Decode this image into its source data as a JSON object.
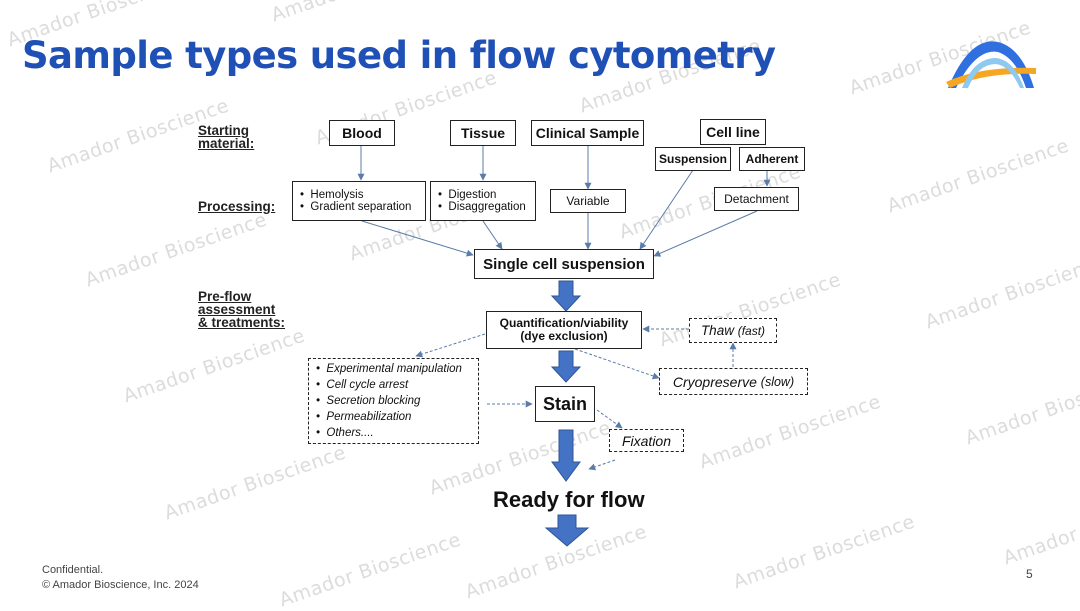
{
  "title": "Sample types used in flow cytometry",
  "watermark": "Amador Bioscience",
  "colors": {
    "title": "#1f50b5",
    "arrow": "#4472c4",
    "connector": "#5a7ca8",
    "logo_blue": "#2f6fe0",
    "logo_orange": "#f5a623",
    "logo_light": "#8ec9f0"
  },
  "row_labels": {
    "starting": [
      "Starting",
      "material:"
    ],
    "processing": "Processing:",
    "preflow": [
      "Pre-flow",
      "assessment",
      "& treatments:"
    ]
  },
  "starting_materials": {
    "blood": "Blood",
    "tissue": "Tissue",
    "clinical": "Clinical Sample",
    "cell_line": "Cell line",
    "suspension": "Suspension",
    "adherent": "Adherent"
  },
  "processing": {
    "blood": [
      "Hemolysis",
      "Gradient separation"
    ],
    "tissue": [
      "Digestion",
      "Disaggregation"
    ],
    "clinical": "Variable",
    "adherent": "Detachment"
  },
  "single_cell": "Single cell suspension",
  "quant": [
    "Quantification/viability",
    "(dye exclusion)"
  ],
  "thaw": {
    "main": "Thaw",
    "note": "(fast)"
  },
  "cryo": {
    "main": "Cryopreserve",
    "note": "(slow)"
  },
  "treatments": [
    "Experimental manipulation",
    "Cell cycle arrest",
    "Secretion blocking",
    "Permeabilization",
    "Others...."
  ],
  "stain": "Stain",
  "fixation": "Fixation",
  "ready": "Ready for flow",
  "footer": {
    "line1": "Confidential.",
    "line2": "© Amador Bioscience, Inc. 2024"
  },
  "page_number": "5",
  "logo_icon": "amador-arch-logo"
}
